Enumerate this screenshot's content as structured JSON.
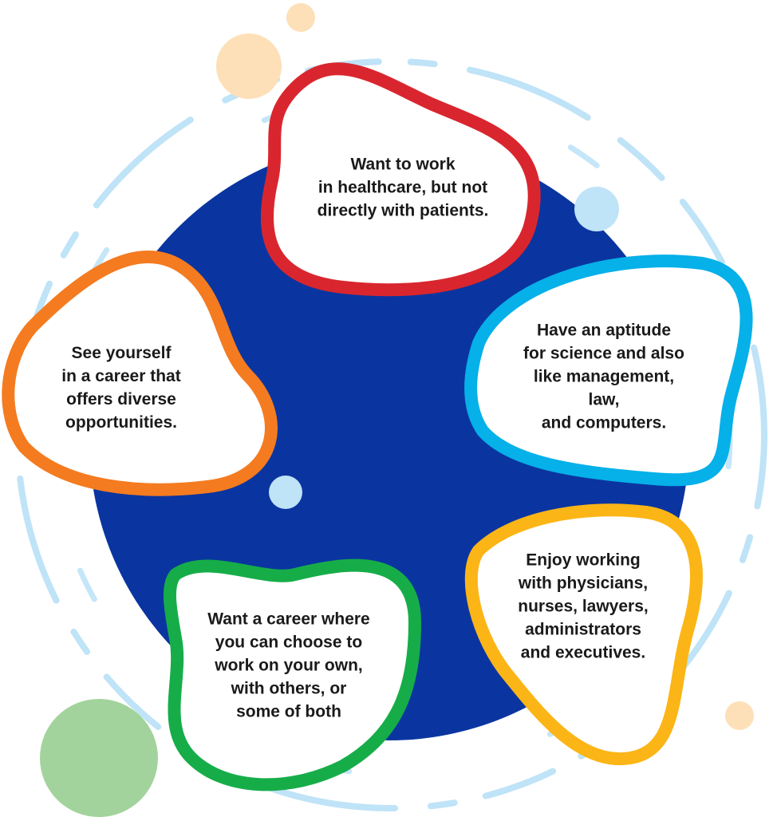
{
  "colors": {
    "center_circle": "#0a35a0",
    "arc": "#bfe3f7",
    "red": "#d9262e",
    "cyan": "#06b0e8",
    "orange": "#f47b20",
    "yellow": "#fbb516",
    "green": "#16ad49",
    "peach": "#fde0b8",
    "light_blue_dot": "#bfe3f7",
    "light_green_dot": "#a3d39c"
  },
  "bubbles": [
    {
      "id": "red",
      "text": "Want to work\nin healthcare, but not\ndirectly with patients."
    },
    {
      "id": "cyan",
      "text": "Have an aptitude\nfor science and also\nlike management, law,\nand computers."
    },
    {
      "id": "orange",
      "text": "See yourself\nin a career that\noffers diverse\nopportunities."
    },
    {
      "id": "yellow",
      "text": "Enjoy working\nwith physicians,\nnurses, lawyers,\nadministrators\nand executives."
    },
    {
      "id": "green",
      "text": "Want a career where\nyou can choose to\nwork on your own,\nwith others, or\nsome of both"
    }
  ]
}
